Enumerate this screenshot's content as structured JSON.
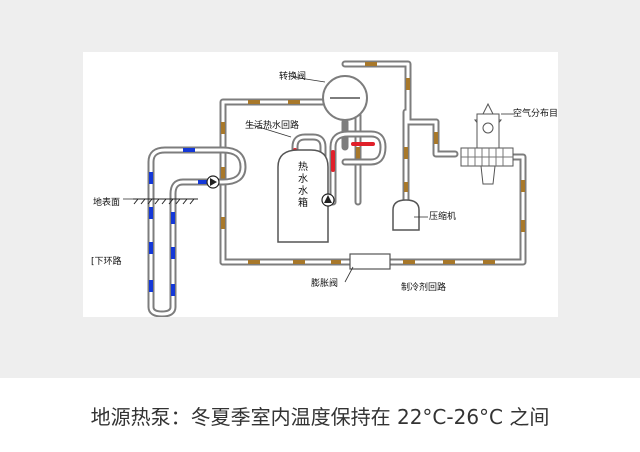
{
  "diagram": {
    "labels": {
      "reversing_valve": "转换阀",
      "hot_water_loop": "生活热水回路",
      "air_outlet": "空气分布目",
      "ground_surface": "地表面",
      "underground_loop": "[下环路",
      "hot_water_tank": "热水水箱",
      "compressor": "压缩机",
      "expansion_valve": "膨胀阀",
      "refrigerant_loop": "制冷剂回路"
    },
    "colors": {
      "pipe": "#7d7d7d",
      "hot": "#e0202a",
      "ground_flow": "#1438d8",
      "refrigerant": "#a8782a"
    }
  },
  "caption": "地源热泵：冬夏季室内温度保持在 22°C-26°C 之间"
}
